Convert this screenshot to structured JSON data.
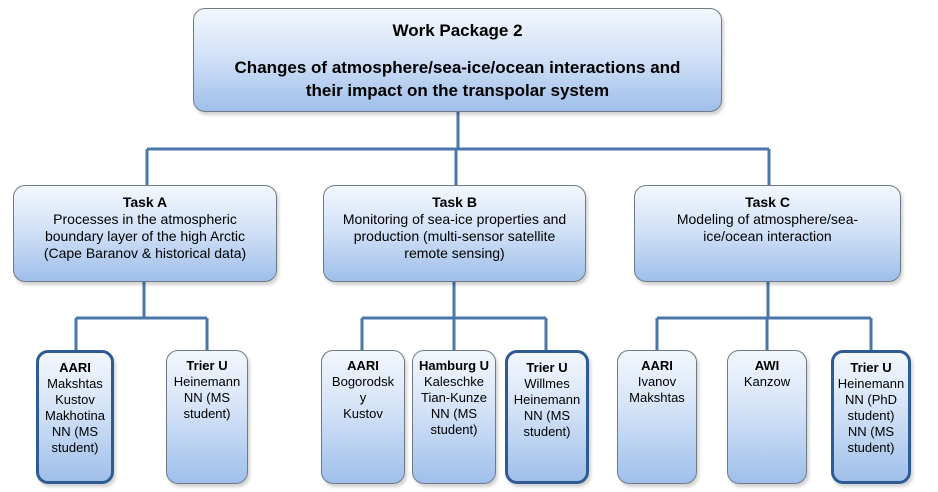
{
  "root": {
    "title": "Work Package 2",
    "subtitle_line1": "Changes of atmosphere/sea-ice/ocean interactions and",
    "subtitle_line2": "their impact on the transpolar system"
  },
  "tasks": [
    {
      "title": "Task A",
      "lines": [
        "Processes in the atmospheric",
        "boundary layer of the high Arctic",
        "(Cape Baranov & historical data)"
      ],
      "partners": [
        {
          "name": "AARI",
          "lines": [
            "Makshtas",
            "Kustov",
            "Makhotina",
            "NN (MS",
            "student)"
          ]
        },
        {
          "name": "Trier U",
          "lines": [
            "Heinemann",
            "NN (MS",
            "student)"
          ]
        }
      ]
    },
    {
      "title": "Task B",
      "lines": [
        "Monitoring of sea-ice properties and",
        "production (multi-sensor satellite",
        "remote sensing)"
      ],
      "partners": [
        {
          "name": "AARI",
          "lines": [
            "Bogorodsk",
            "y",
            "Kustov"
          ]
        },
        {
          "name": "Hamburg U",
          "lines": [
            "Kaleschke",
            "Tian-Kunze",
            "NN (MS",
            "student)"
          ]
        },
        {
          "name": "Trier U",
          "lines": [
            "Willmes",
            "Heinemann",
            "NN (MS",
            "student)"
          ]
        }
      ]
    },
    {
      "title": "Task C",
      "lines": [
        "Modeling of atmosphere/sea-",
        "ice/ocean interaction"
      ],
      "partners": [
        {
          "name": "AARI",
          "lines": [
            "Ivanov",
            "Makshtas"
          ]
        },
        {
          "name": "AWI",
          "lines": [
            "Kanzow"
          ]
        },
        {
          "name": "Trier U",
          "lines": [
            "Heinemann",
            "NN (PhD",
            "student)",
            "NN (MS",
            "student)"
          ]
        }
      ]
    }
  ],
  "colors": {
    "connector": "#4a76aa",
    "box_border": "#6f7a87",
    "highlight_border": "#2f5b94",
    "box_fill_top": "#f3f7fd",
    "box_fill_bottom": "#9fbfea"
  }
}
